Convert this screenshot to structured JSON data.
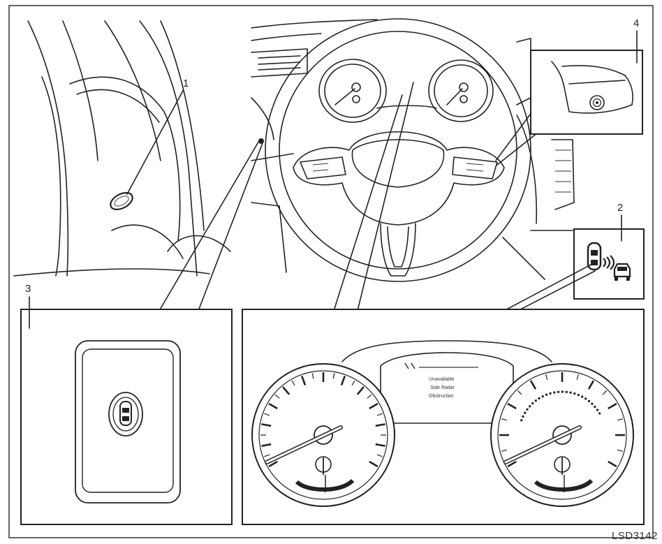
{
  "callouts": {
    "one": "1",
    "two": "2",
    "three": "3",
    "four": "4"
  },
  "display": {
    "line1": "Unavailable",
    "line2": "Side Radar",
    "line3": "Obstruction"
  },
  "reference_code": "LSD3142"
}
